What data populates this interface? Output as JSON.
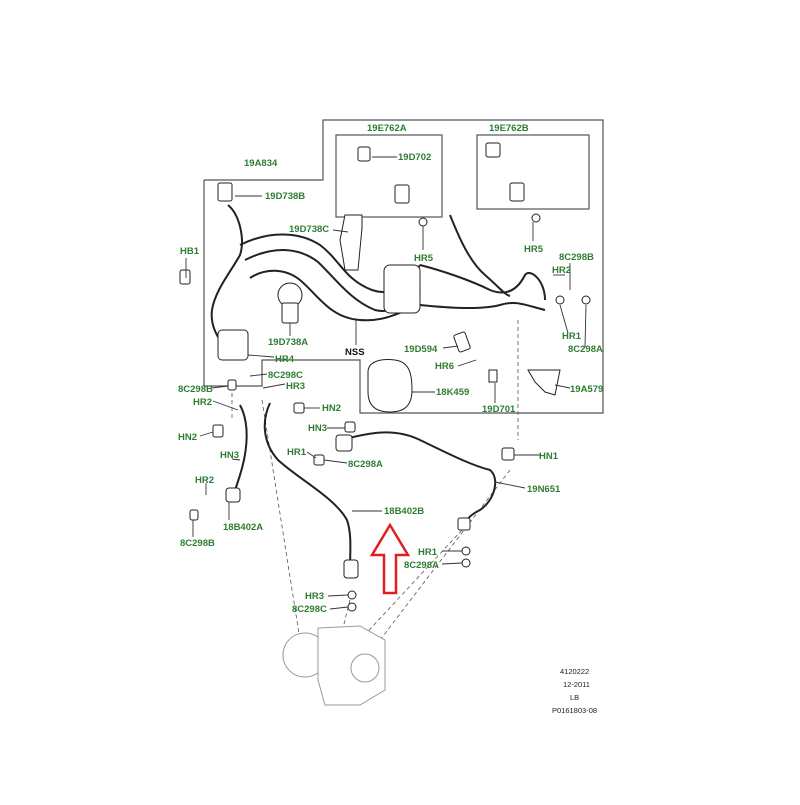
{
  "diagram": {
    "part_labels": [
      "19E762A",
      "19E762B",
      "19A834",
      "19D702",
      "19D738B",
      "19D738C",
      "HB1",
      "HR5",
      "HR5",
      "8C298B",
      "HR2",
      "HR1",
      "8C298A",
      "19D738A",
      "19D594",
      "NSS",
      "HR4",
      "8C298C",
      "HR3",
      "HR6",
      "19A579",
      "8C298B",
      "HR2",
      "18K459",
      "19D701",
      "HN2",
      "HN3",
      "HN2",
      "HR1",
      "8C298A",
      "HN1",
      "HN3",
      "19N651",
      "HR2",
      "18B402B",
      "8C298B",
      "18B402A",
      "HR1",
      "8C298A",
      "HR3",
      "8C298C"
    ],
    "caption": {
      "id": "4120222",
      "date": "12-2011",
      "lang": "LB",
      "ref": "P0161803-08"
    },
    "colors": {
      "label": "#2e7d32",
      "arrow": "#e02020",
      "line": "#333333"
    },
    "arrow_icon": "arrow-up-icon"
  }
}
